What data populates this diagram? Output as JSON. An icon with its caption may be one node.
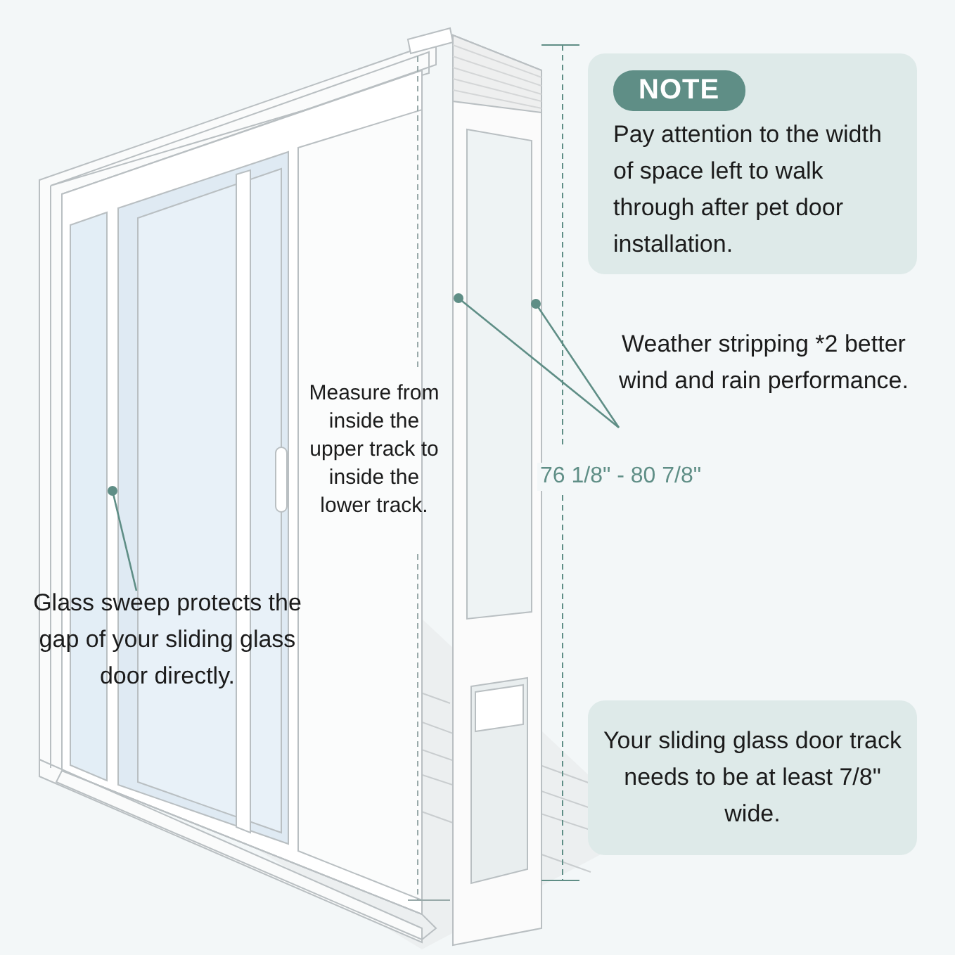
{
  "diagram": {
    "nodes": [
      {
        "text": [
          "NOTE",
          "Pay attention to the width of space left to walk through after pet door installation."
        ]
      },
      {
        "text": [
          "Weather stripping *2 better wind and rain performance."
        ]
      },
      {
        "text": [
          "Glass sweep protects the gap of your sliding glass door directly."
        ]
      },
      {
        "text": [
          "Your sliding glass door track needs to be at least 7/8\" wide."
        ]
      }
    ],
    "edges": [
      {
        "from": 1,
        "to": null,
        "arrow": "other"
      },
      {
        "from": 1,
        "to": null,
        "arrow": "other"
      },
      {
        "from": 2,
        "to": null,
        "arrow": "other"
      }
    ],
    "labels": [
      "Measure from inside the upper track to inside the lower track.",
      "76 1/8\" - 80 7/8\""
    ]
  }
}
